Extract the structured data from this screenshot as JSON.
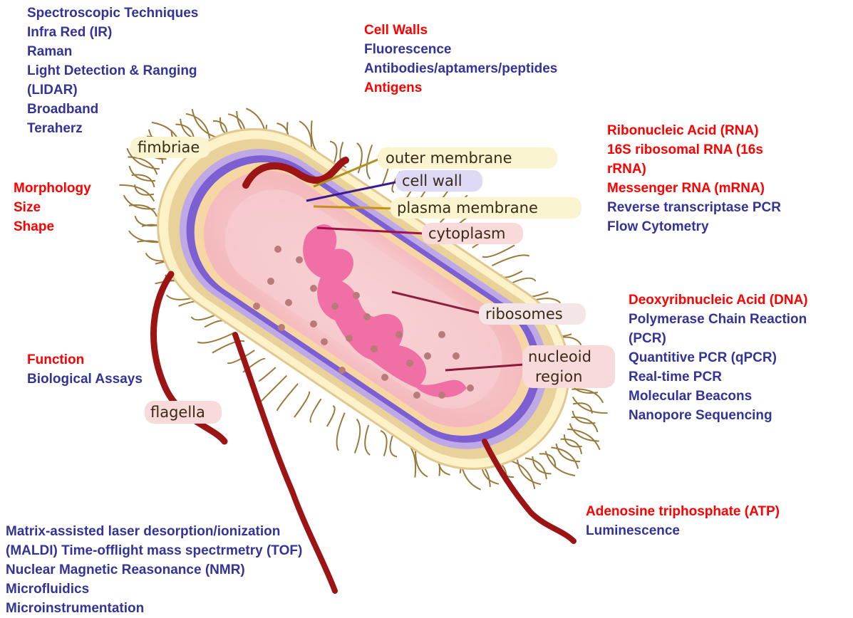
{
  "colors": {
    "heading": "#ff0000",
    "item": "#333399"
  },
  "diagram_labels": {
    "fimbriae": "fimbriae",
    "outer_membrane": "outer membrane",
    "cell_wall": "cell wall",
    "plasma_membrane": "plasma membrane",
    "cytoplasm": "cytoplasm",
    "ribosomes": "ribosomes",
    "nucleoid_1": "nucleoid",
    "nucleoid_2": "region",
    "flagella": "flagella"
  },
  "blocks": {
    "spectroscopic": [
      {
        "text": "Spectroscopic Techniques",
        "color": "blue"
      },
      {
        "text": "Infra Red (IR)",
        "color": "blue"
      },
      {
        "text": "Raman",
        "color": "blue"
      },
      {
        "text": "Light Detection & Ranging",
        "color": "blue"
      },
      {
        "text": "(LIDAR)",
        "color": "blue"
      },
      {
        "text": "Broadband",
        "color": "blue"
      },
      {
        "text": "Teraherz",
        "color": "blue"
      }
    ],
    "cell_walls": [
      {
        "text": "Cell Walls",
        "color": "red"
      },
      {
        "text": "Fluorescence",
        "color": "blue"
      },
      {
        "text": "Antibodies/aptamers/peptides",
        "color": "blue"
      },
      {
        "text": "Antigens",
        "color": "red"
      }
    ],
    "rna": [
      {
        "text": "Ribonucleic Acid (RNA)",
        "color": "red"
      },
      {
        "text": "16S ribosomal RNA (16s",
        "color": "red"
      },
      {
        "text": "rRNA)",
        "color": "red"
      },
      {
        "text": "Messenger RNA (mRNA)",
        "color": "red"
      },
      {
        "text": "Reverse transcriptase PCR",
        "color": "blue"
      },
      {
        "text": "Flow Cytometry",
        "color": "blue"
      }
    ],
    "morphology": [
      {
        "text": "Morphology",
        "color": "red"
      },
      {
        "text": "Size",
        "color": "red"
      },
      {
        "text": "Shape",
        "color": "red"
      }
    ],
    "dna": [
      {
        "text": "Deoxyribnucleic Acid (DNA)",
        "color": "red"
      },
      {
        "text": "Polymerase Chain Reaction",
        "color": "blue"
      },
      {
        "text": "(PCR)",
        "color": "blue"
      },
      {
        "text": "Quantitive PCR (qPCR)",
        "color": "blue"
      },
      {
        "text": "Real-time PCR",
        "color": "blue"
      },
      {
        "text": "Molecular Beacons",
        "color": "blue"
      },
      {
        "text": "Nanopore Sequencing",
        "color": "blue"
      }
    ],
    "function": [
      {
        "text": "Function",
        "color": "red"
      },
      {
        "text": "Biological Assays",
        "color": "blue"
      }
    ],
    "atp": [
      {
        "text": "Adenosine triphosphate (ATP)",
        "color": "red"
      },
      {
        "text": "Luminescence",
        "color": "blue"
      }
    ],
    "maldi": [
      {
        "text": "Matrix-assisted laser desorption/ionization",
        "color": "blue"
      },
      {
        "text": "(MALDI) Time-offlight mass spectrmetry (TOF)",
        "color": "blue"
      },
      {
        "text": "Nuclear Magnetic Reasonance (NMR)",
        "color": "blue"
      },
      {
        "text": "Microfluidics",
        "color": "blue"
      },
      {
        "text": "Microinstrumentation",
        "color": "blue"
      }
    ]
  }
}
